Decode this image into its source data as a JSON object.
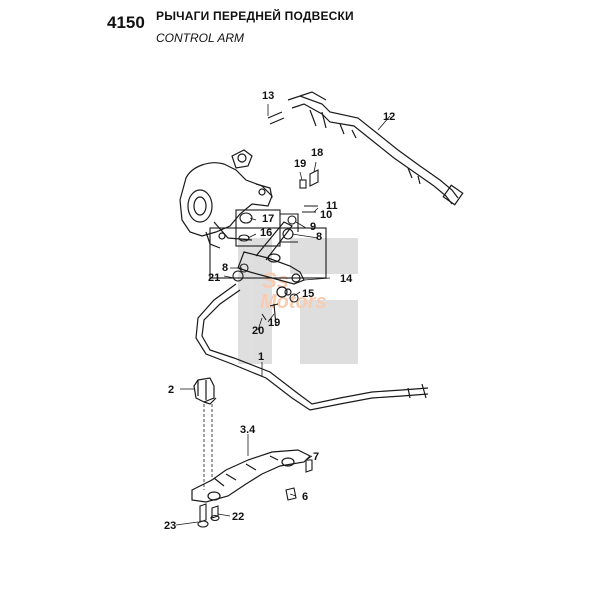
{
  "header": {
    "section_code": "4150",
    "title_ru": "РЫЧАГИ ПЕРЕДНЕЙ ПОДВЕСКИ",
    "title_en": "CONTROL ARM"
  },
  "watermark": {
    "line1": "Ss",
    "line2": "Motors",
    "color": "#f4a373"
  },
  "callouts": [
    "13",
    "12",
    "19",
    "18",
    "11",
    "10",
    "17",
    "9",
    "16",
    "8",
    "8",
    "21",
    "14",
    "15",
    "19",
    "20",
    "1",
    "2",
    "3.4",
    "7",
    "6",
    "23",
    "22"
  ],
  "colors": {
    "line": "#1a1a1a",
    "watermark_block": "#bdbdbd"
  }
}
